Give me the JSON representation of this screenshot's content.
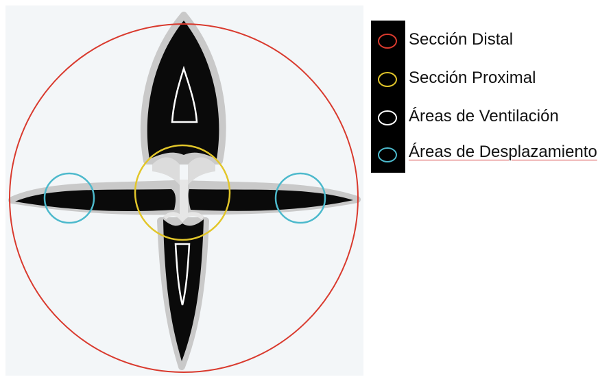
{
  "legend": {
    "items": [
      {
        "label": "Sección Distal",
        "color": "#d93a2e"
      },
      {
        "label": "Sección Proximal",
        "color": "#e2c62a"
      },
      {
        "label": "Áreas de Ventilación",
        "color": "#ffffff"
      },
      {
        "label": "Áreas de Desplazamiento",
        "color": "#4cb9cc"
      }
    ]
  },
  "colors": {
    "background": "#f3f6f8",
    "shape_fill": "#0a0a0a",
    "shape_outline": "#c8c8c8"
  }
}
